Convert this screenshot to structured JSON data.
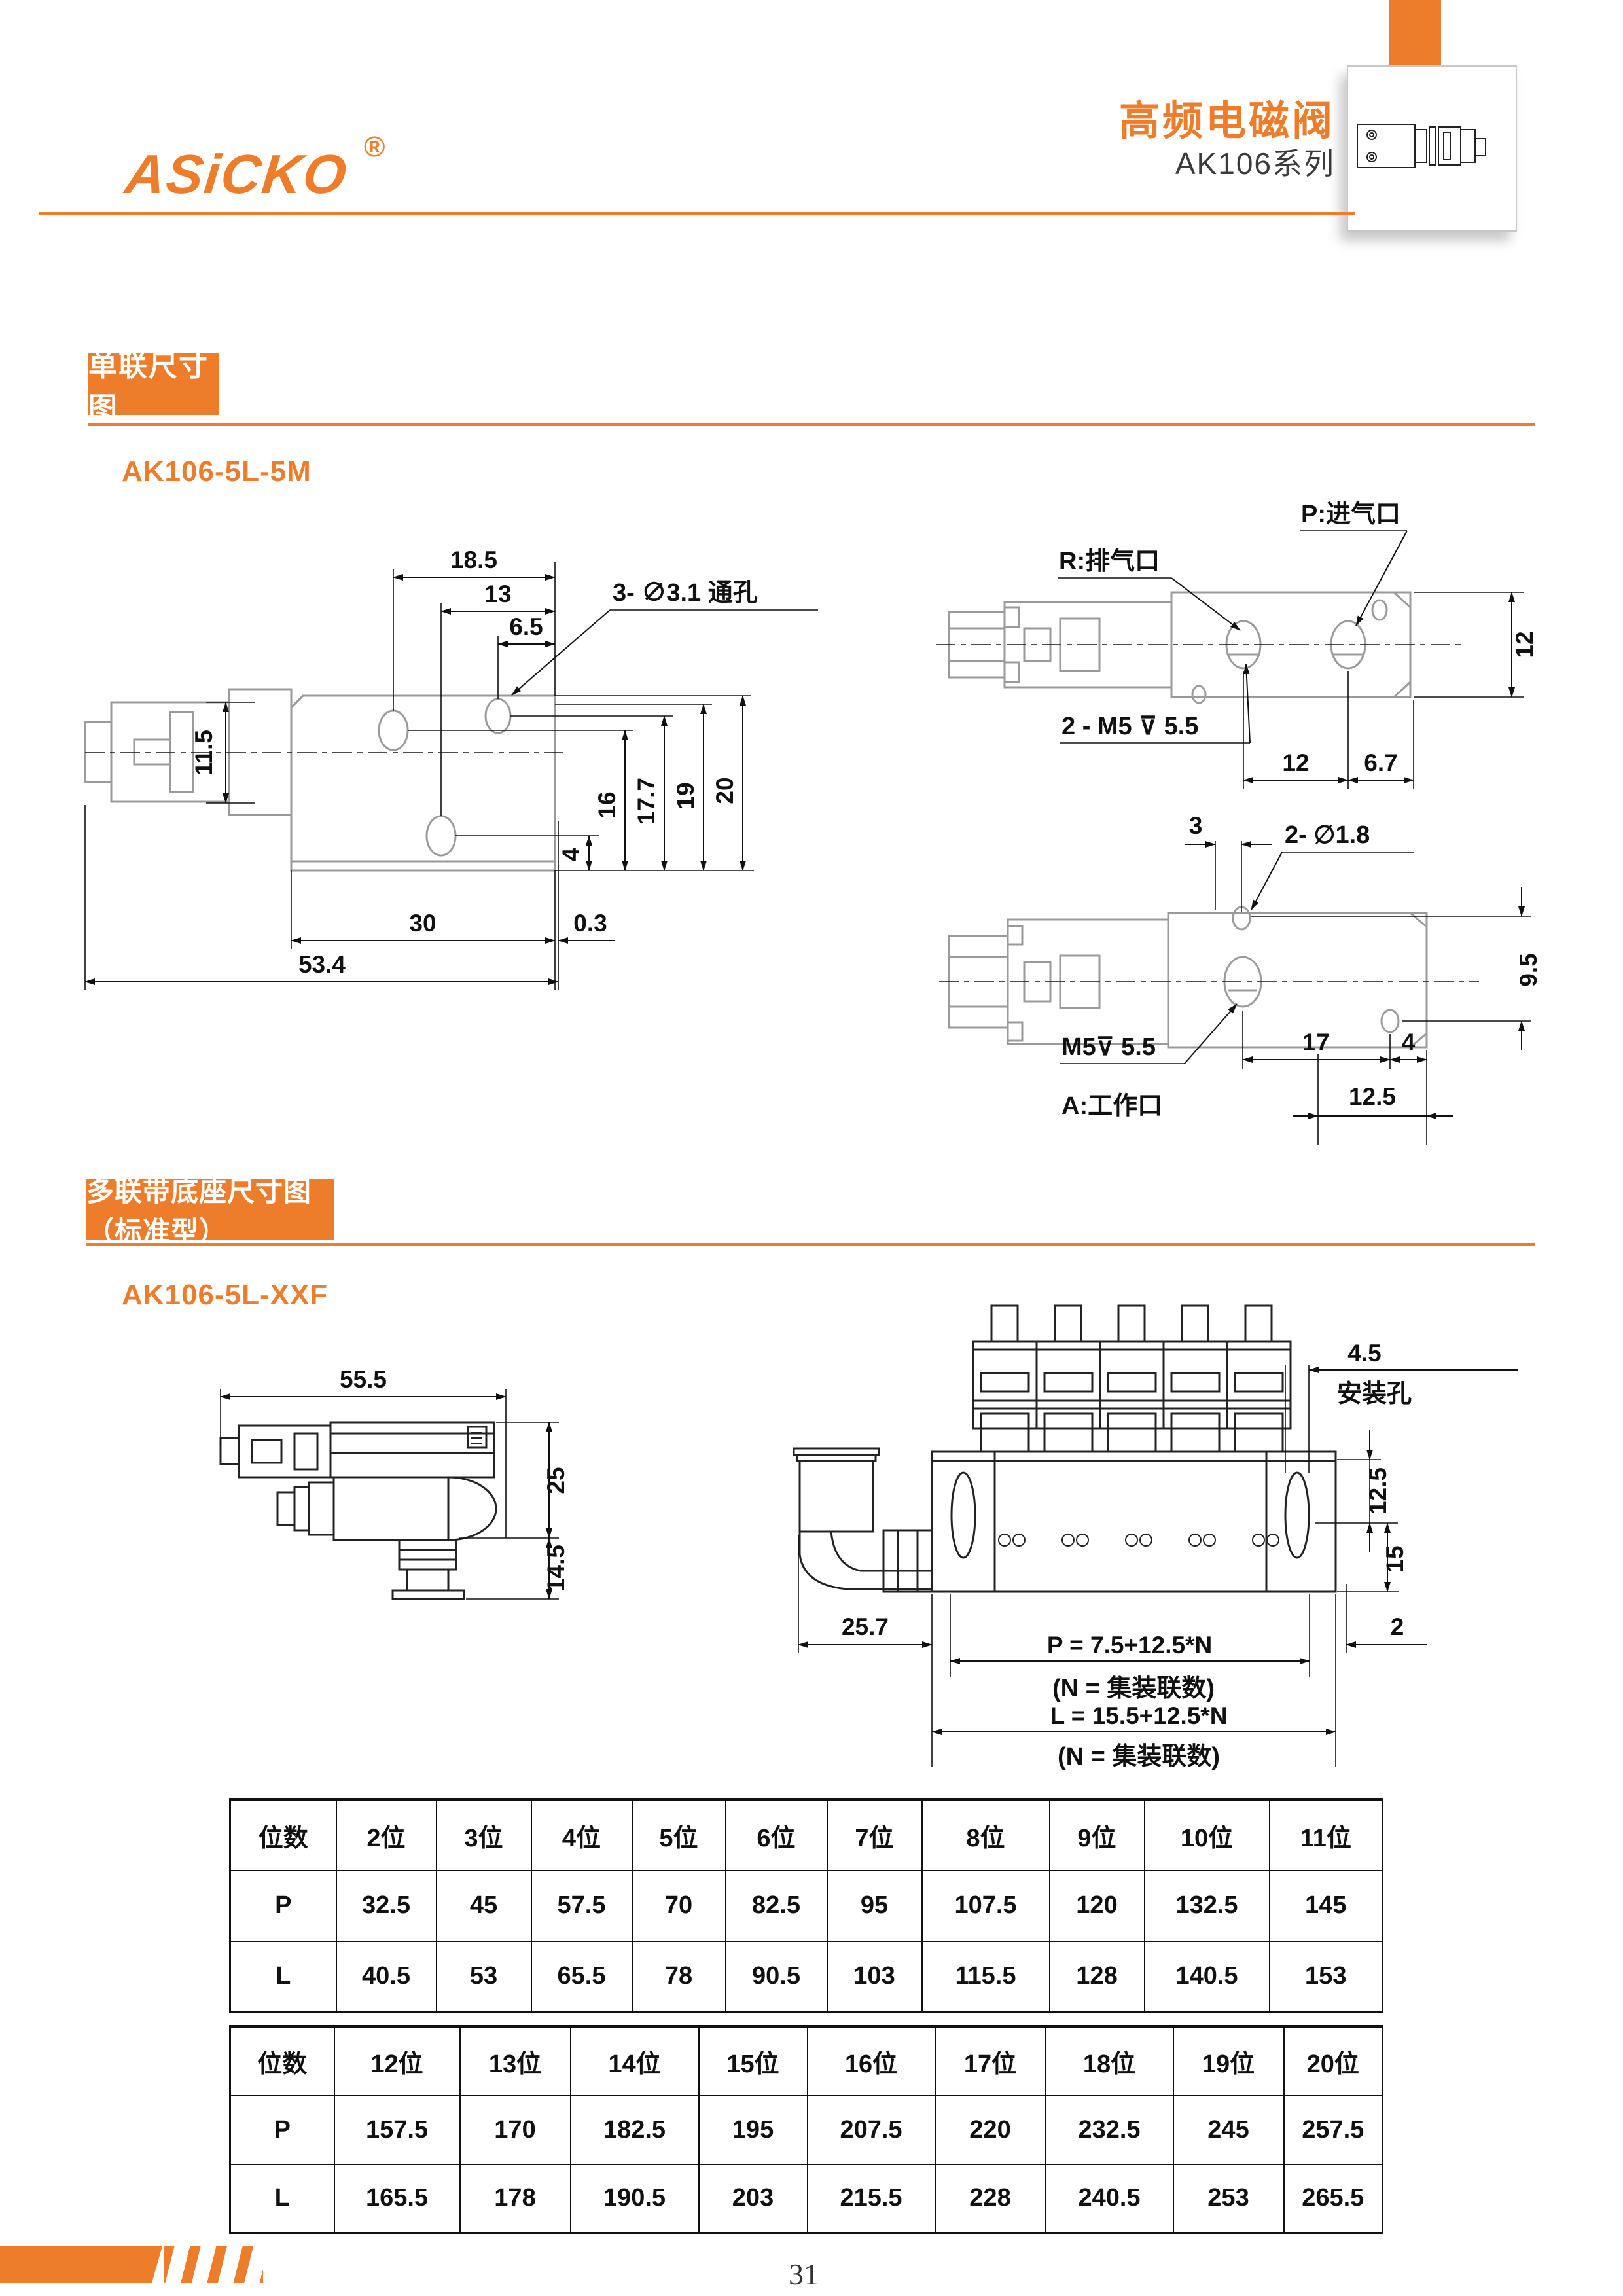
{
  "colors": {
    "accent": "#ED7D2B",
    "line": "#111111",
    "body_gray": "#9a9a9a"
  },
  "header": {
    "logo": "ASiCKO",
    "registered": "®",
    "title": "高频电磁阀",
    "series": "AK106系列"
  },
  "section1": {
    "title": "单联尺寸图",
    "model": "AK106-5L-5M"
  },
  "section2": {
    "title": "多联带底座尺寸图（标准型）",
    "model": "AK106-5L-XXF"
  },
  "side_view": {
    "w_top": "18.5",
    "w_mid": "13",
    "w_small": "6.5",
    "holes": "3- ∅3.1 通孔",
    "h_conn": "11.5",
    "v16": "16",
    "v177": "17.7",
    "v19": "19",
    "v20": "20",
    "v4": "4",
    "w30": "30",
    "w03": "0.3",
    "w_total": "53.4"
  },
  "top_view": {
    "port_r": "R:排气口",
    "port_p": "P:进气口",
    "thread": "2 - M5 ⊽ 5.5",
    "height": "12",
    "p12": "12",
    "p67": "6.7"
  },
  "bottom_view": {
    "off3": "3",
    "holes": "2- ∅1.8",
    "height": "9.5",
    "thread": "M5⊽ 5.5",
    "port_a": "A:工作口",
    "d17": "17",
    "d4": "4",
    "d125": "12.5"
  },
  "multi_side": {
    "w": "55.5",
    "h1": "25",
    "h2": "14.5"
  },
  "manifold": {
    "mount_d": "4.5",
    "mount_label": "安装孔",
    "pitch": "12.5",
    "edge": "15",
    "inlet": "25.7",
    "p_formula": "P = 7.5+12.5*N",
    "l_formula": "L = 15.5+12.5*N",
    "n_note": "(N = 集装联数)",
    "gap": "2"
  },
  "table1": {
    "headers": [
      "位数",
      "2位",
      "3位",
      "4位",
      "5位",
      "6位",
      "7位",
      "8位",
      "9位",
      "10位",
      "11位"
    ],
    "rows": [
      {
        "label": "P",
        "values": [
          "32.5",
          "45",
          "57.5",
          "70",
          "82.5",
          "95",
          "107.5",
          "120",
          "132.5",
          "145"
        ]
      },
      {
        "label": "L",
        "values": [
          "40.5",
          "53",
          "65.5",
          "78",
          "90.5",
          "103",
          "115.5",
          "128",
          "140.5",
          "153"
        ]
      }
    ]
  },
  "table2": {
    "headers": [
      "位数",
      "12位",
      "13位",
      "14位",
      "15位",
      "16位",
      "17位",
      "18位",
      "19位",
      "20位"
    ],
    "rows": [
      {
        "label": "P",
        "values": [
          "157.5",
          "170",
          "182.5",
          "195",
          "207.5",
          "220",
          "232.5",
          "245",
          "257.5"
        ]
      },
      {
        "label": "L",
        "values": [
          "165.5",
          "178",
          "190.5",
          "203",
          "215.5",
          "228",
          "240.5",
          "253",
          "265.5"
        ]
      }
    ]
  },
  "footer": {
    "page": "31"
  }
}
